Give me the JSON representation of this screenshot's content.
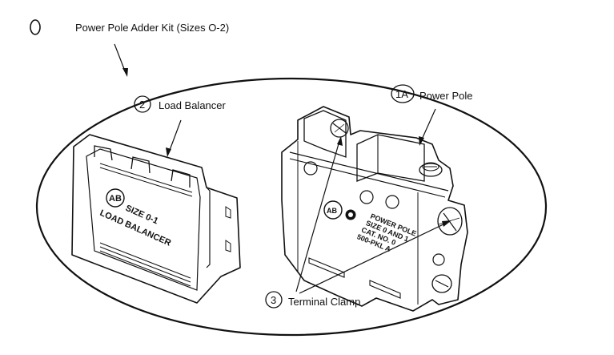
{
  "header": {
    "marker": "0",
    "title": "Power Pole Adder Kit (Sizes O-2)"
  },
  "callouts": {
    "load_balancer": {
      "number": "2",
      "label": "Load Balancer"
    },
    "power_pole": {
      "number": "1A",
      "label": "Power Pole"
    },
    "terminal_clamp": {
      "number": "3",
      "label": "Terminal Clamp"
    }
  },
  "load_balancer_part": {
    "logo": "AB",
    "line1": "SIZE 0-1",
    "line2": "LOAD BALANCER"
  },
  "power_pole_part": {
    "logo": "AB",
    "marking_lines": [
      "POWER POLE",
      "SIZE 0 AND 1",
      "CAT. NO. 0",
      "500-PKL A"
    ]
  }
}
